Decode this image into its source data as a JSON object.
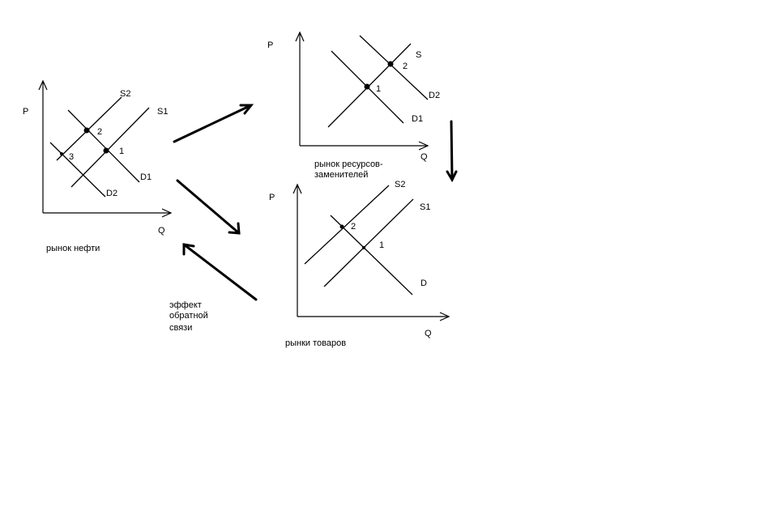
{
  "oil_market": {
    "axis_p": "P",
    "axis_q": "Q",
    "caption": "рынок нефти",
    "curves": {
      "s2": "S2",
      "s1": "S1",
      "d1": "D1",
      "d2": "D2"
    },
    "points": {
      "p1": "1",
      "p2": "2",
      "p3": "3"
    }
  },
  "substitutes_market": {
    "axis_p": "P",
    "axis_q": "Q",
    "caption_line1": "рынок ресурсов-",
    "caption_line2": "заменителей",
    "curves": {
      "s": "S",
      "d2": "D2",
      "d1": "D1"
    },
    "points": {
      "p1": "1",
      "p2": "2"
    }
  },
  "goods_markets": {
    "axis_p": "P",
    "axis_q": "Q",
    "caption": "рынки товаров",
    "curves": {
      "s2": "S2",
      "s1": "S1",
      "d": "D"
    },
    "points": {
      "p1": "1",
      "p2": "2"
    }
  },
  "feedback": {
    "line1": "эффект",
    "line2": "обратной",
    "line3": "связи"
  }
}
